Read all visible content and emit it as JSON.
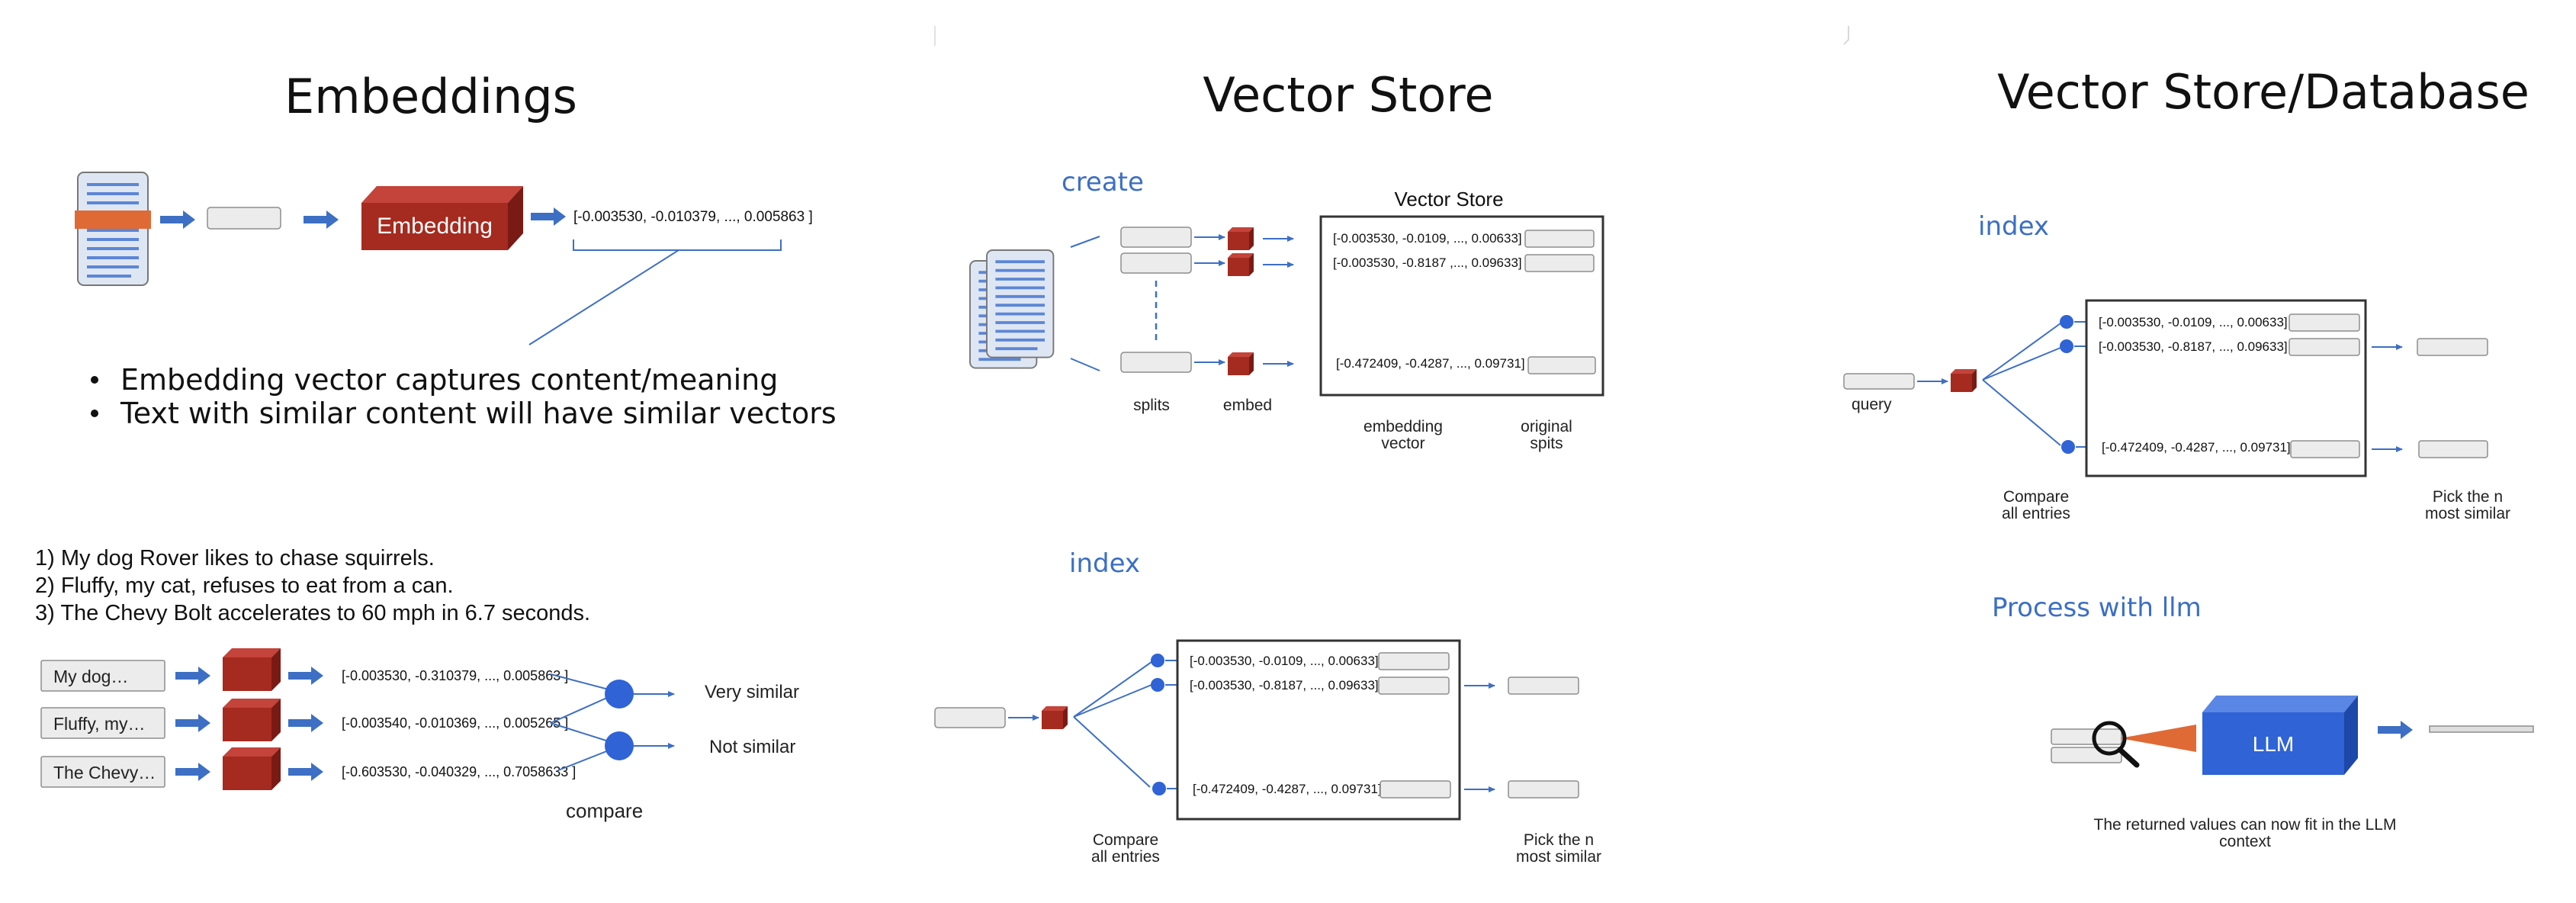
{
  "panels": {
    "embeddings": {
      "title": "Embeddings",
      "embedding_label": "Embedding",
      "vector": "[-0.003530, -0.010379, ..., 0.005863 ]",
      "bullets": [
        "Embedding vector captures content/meaning",
        "Text with similar content will have similar vectors"
      ],
      "sentences": [
        "1) My dog Rover likes to chase squirrels.",
        "2) Fluffy, my cat, refuses to eat from a can.",
        "3) The Chevy Bolt accelerates to 60 mph in 6.7 seconds."
      ],
      "rows": [
        {
          "label": "My dog…",
          "vector": "[-0.003530, -0.310379, ..., 0.005863 ]"
        },
        {
          "label": "Fluffy, my…",
          "vector": "[-0.003540, -0.010369, ..., 0.005265 ]"
        },
        {
          "label": "The Chevy…",
          "vector": "[-0.603530, -0.040329, ..., 0.7058633 ]"
        }
      ],
      "very_similar": "Very similar",
      "not_similar": "Not similar",
      "compare": "compare"
    },
    "vector_store": {
      "title": "Vector Store",
      "create_label": "create",
      "store_title": "Vector Store",
      "vectors": [
        "[-0.003530, -0.0109, ..., 0.00633]",
        "[-0.003530, -0.8187 ,..., 0.09633]",
        "[-0.472409, -0.4287, ..., 0.09731]"
      ],
      "splits": "splits",
      "embed": "embed",
      "embedding_vector": [
        "embedding",
        "vector"
      ],
      "original_splits": [
        "original",
        "spits"
      ],
      "index_label": "index",
      "index_vectors": [
        "[-0.003530, -0.0109, ..., 0.00633]",
        "[-0.003530, -0.8187, ..., 0.09633]",
        "[-0.472409, -0.4287, ..., 0.09731]"
      ],
      "compare_all": [
        "Compare",
        "all entries"
      ],
      "pick_n": [
        "Pick the n",
        "most similar"
      ]
    },
    "vector_db": {
      "title": "Vector Store/Database",
      "index_label": "index",
      "query": "query",
      "vectors": [
        "[-0.003530, -0.0109, ..., 0.00633]",
        "[-0.003530, -0.8187, ..., 0.09633]",
        "[-0.472409, -0.4287, ..., 0.09731]"
      ],
      "compare_all": [
        "Compare",
        "all entries"
      ],
      "pick_n": [
        "Pick the n",
        "most similar"
      ],
      "process_label": "Process with llm",
      "llm": "LLM",
      "returned": [
        "The returned values can now fit in the LLM",
        "context"
      ]
    }
  },
  "colors": {
    "accent_blue": "#3d6fc4",
    "cube_red": "#a52a1f",
    "llm_blue": "#2f63d6",
    "highlight_orange": "#e06a35"
  }
}
